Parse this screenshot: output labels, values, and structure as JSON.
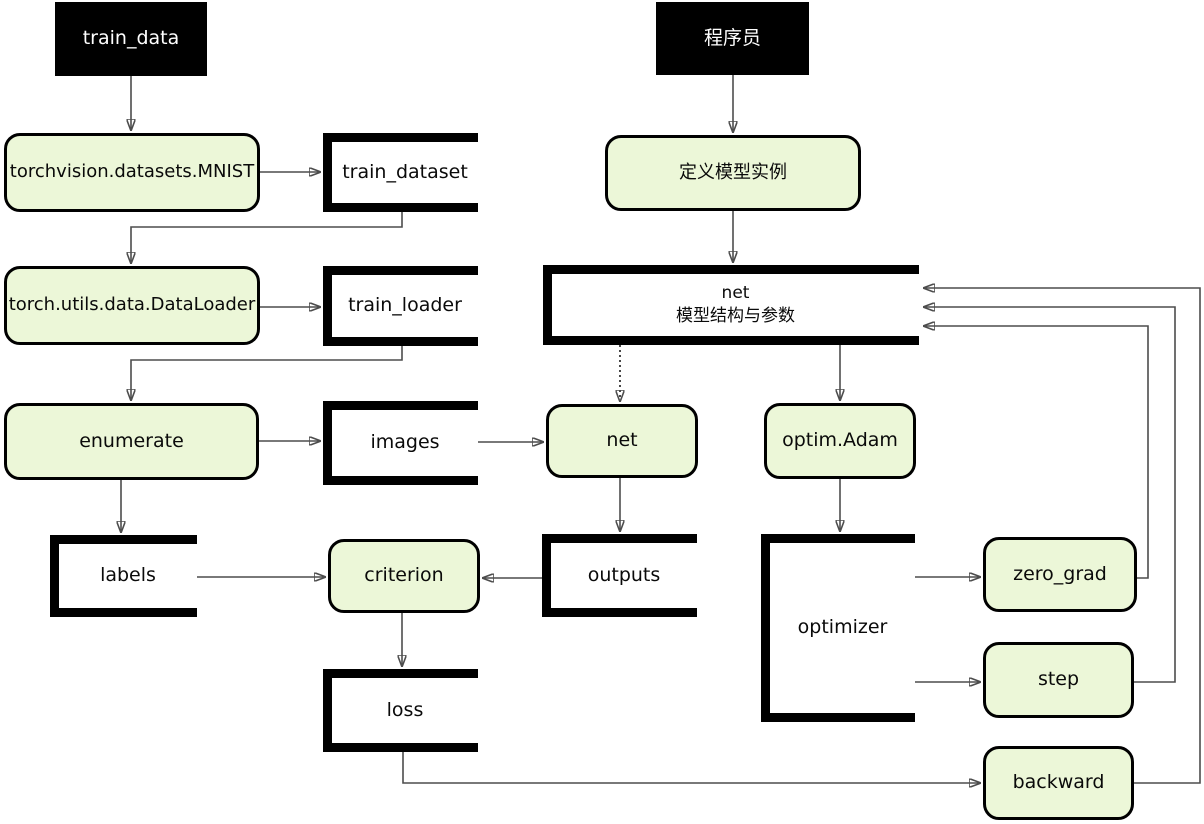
{
  "diagram": {
    "nodes": {
      "train_data": "train_data",
      "programmer": "程序员",
      "mnist": "torchvision.datasets.MNIST",
      "train_dataset": "train_dataset",
      "define_model": "定义模型实例",
      "dataloader": "torch.utils.data.DataLoader",
      "train_loader": "train_loader",
      "net_store_line1": "net",
      "net_store_line2": "模型结构与参数",
      "enumerate": "enumerate",
      "images": "images",
      "net_fn": "net",
      "optim_adam": "optim.Adam",
      "labels": "labels",
      "criterion": "criterion",
      "outputs": "outputs",
      "optimizer": "optimizer",
      "zero_grad": "zero_grad",
      "step": "step",
      "backward": "backward",
      "loss": "loss"
    },
    "colors": {
      "background": "#ffffff",
      "process_fill": "#ecf7d8",
      "process_border": "#000000",
      "actor_fill": "#000000",
      "actor_text": "#ffffff",
      "store_border": "#000000",
      "connector": "#4d4d4d"
    }
  }
}
